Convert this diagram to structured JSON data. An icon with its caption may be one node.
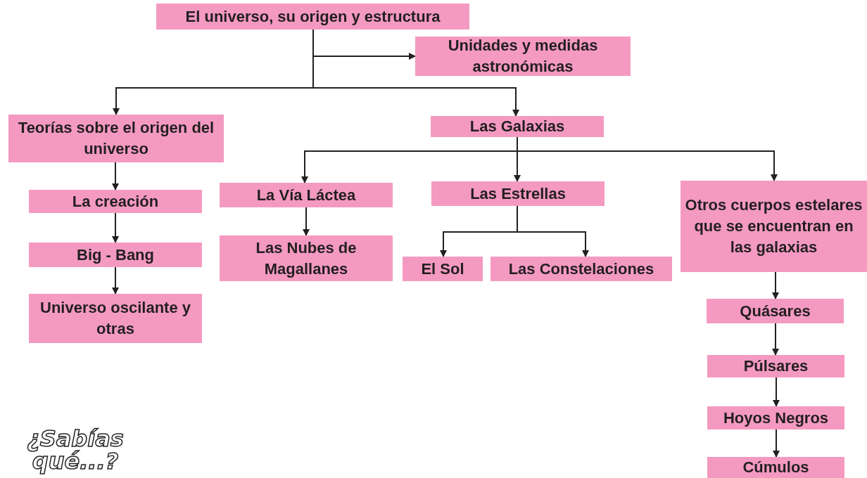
{
  "diagram": {
    "nodes": [
      {
        "text": [
          "El universo, su origen y estructura"
        ]
      },
      {
        "text": [
          "Unidades y medidas astronómicas"
        ]
      },
      {
        "text": [
          "Teorías sobre el origen del universo"
        ]
      },
      {
        "text": [
          "Las Galaxias"
        ]
      },
      {
        "text": [
          "La creación"
        ]
      },
      {
        "text": [
          "Big - Bang"
        ]
      },
      {
        "text": [
          "Universo oscilante y otras"
        ]
      },
      {
        "text": [
          "La Vía Láctea"
        ]
      },
      {
        "text": [
          "Las Nubes de Magallanes"
        ]
      },
      {
        "text": [
          "Las Estrellas"
        ]
      },
      {
        "text": [
          "Otros cuerpos estelares que se encuentran en las galaxias"
        ]
      },
      {
        "text": [
          "El Sol"
        ]
      },
      {
        "text": [
          "Las Constelaciones"
        ]
      },
      {
        "text": [
          "Quásares"
        ]
      },
      {
        "text": [
          "Púlsares"
        ]
      },
      {
        "text": [
          "Hoyos Negros"
        ]
      },
      {
        "text": [
          "Cúmulos"
        ]
      }
    ],
    "edges": [
      {
        "from": 0,
        "to": 1,
        "arrow": "to"
      },
      {
        "from": 0,
        "to": 2,
        "arrow": "to"
      },
      {
        "from": 0,
        "to": 3,
        "arrow": "to"
      },
      {
        "from": 2,
        "to": 4,
        "arrow": "to"
      },
      {
        "from": 4,
        "to": 5,
        "arrow": "to"
      },
      {
        "from": 5,
        "to": 6,
        "arrow": "to"
      },
      {
        "from": 3,
        "to": 7,
        "arrow": "to"
      },
      {
        "from": 3,
        "to": 9,
        "arrow": "to"
      },
      {
        "from": 3,
        "to": 10,
        "arrow": "to"
      },
      {
        "from": 7,
        "to": 8,
        "arrow": "to"
      },
      {
        "from": 9,
        "to": 11,
        "arrow": "to"
      },
      {
        "from": 9,
        "to": 12,
        "arrow": "to"
      },
      {
        "from": 10,
        "to": 13,
        "arrow": "to"
      },
      {
        "from": 13,
        "to": 14,
        "arrow": "to"
      },
      {
        "from": 14,
        "to": 15,
        "arrow": "to"
      },
      {
        "from": 15,
        "to": 16,
        "arrow": "to"
      }
    ],
    "labels": [
      "¿Sabías qué...?"
    ]
  }
}
